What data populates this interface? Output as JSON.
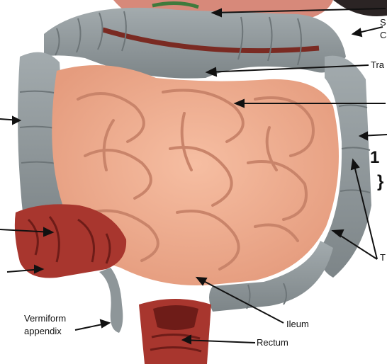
{
  "image": {
    "subject": "anatomical-model-large-and-small-intestine",
    "colors": {
      "background": "#ffffff",
      "colon": "#8e9699",
      "colon_dark": "#6d7578",
      "small_intestine": "#f2ae90",
      "small_intestine_shadow": "#c9846a",
      "mucosa": "#a8362e",
      "mucosa_dark": "#6e1c18",
      "label_text": "#111111",
      "arrow": "#111111"
    }
  },
  "labels": {
    "vermiform_appendix_line1": "Vermiform",
    "vermiform_appendix_line2": "appendix",
    "ileum": "Ileum",
    "rectum": "Rectum",
    "partial_s_top": "S",
    "partial_c": "C",
    "partial_transverse": "Tra",
    "partial_t": "T",
    "partial_one": "1",
    "partial_brace": "}"
  }
}
